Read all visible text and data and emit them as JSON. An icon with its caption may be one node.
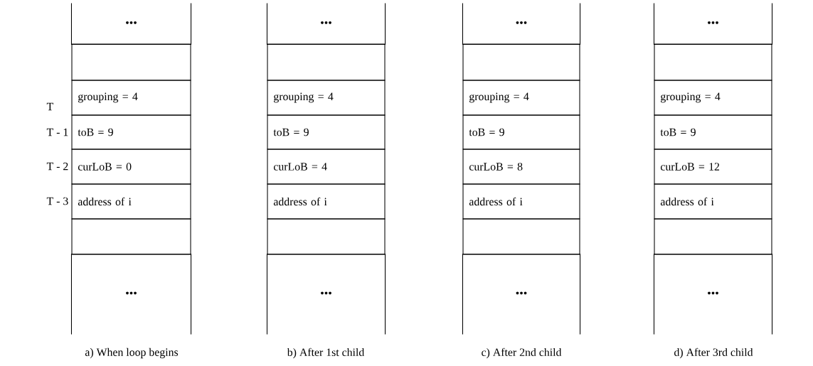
{
  "diagram": {
    "nodes": [
      {
        "text": [
          "•••"
        ]
      },
      {
        "text": [],
        "shape": "box"
      },
      {
        "text": [
          "grouping = 4"
        ]
      },
      {
        "text": [
          "toB = 9"
        ]
      },
      {
        "text": [
          "curLoB = 0"
        ]
      },
      {
        "text": [
          "address of i"
        ]
      },
      {
        "text": [],
        "shape": "box"
      },
      {
        "text": [
          "•••"
        ]
      },
      {
        "text": [
          "•••"
        ]
      },
      {
        "text": [],
        "shape": "box"
      },
      {
        "text": [
          "grouping = 4"
        ]
      },
      {
        "text": [
          "toB = 9"
        ]
      },
      {
        "text": [
          "curLoB = 4"
        ]
      },
      {
        "text": [
          "address of i"
        ]
      },
      {
        "text": [],
        "shape": "box"
      },
      {
        "text": [
          "•••"
        ]
      },
      {
        "text": [
          "•••"
        ]
      },
      {
        "text": [],
        "shape": "box"
      },
      {
        "text": [
          "grouping = 4"
        ]
      },
      {
        "text": [
          "toB = 9"
        ]
      },
      {
        "text": [
          "curLoB = 8"
        ]
      },
      {
        "text": [
          "address of i"
        ]
      },
      {
        "text": [],
        "shape": "box"
      },
      {
        "text": [
          "•••"
        ]
      },
      {
        "text": [
          "•••"
        ]
      },
      {
        "text": [],
        "shape": "box"
      },
      {
        "text": [
          "grouping = 4"
        ]
      },
      {
        "text": [
          "toB = 9"
        ]
      },
      {
        "text": [
          "curLoB = 12"
        ]
      },
      {
        "text": [
          "address of i"
        ]
      },
      {
        "text": [],
        "shape": "box"
      },
      {
        "text": [
          "•••"
        ]
      }
    ],
    "labels": [
      "T",
      "T - 1",
      "T - 2",
      "T - 3",
      "a) When loop begins",
      "b) After 1st child",
      "c) After 2nd child",
      "d) After 3rd child"
    ]
  }
}
